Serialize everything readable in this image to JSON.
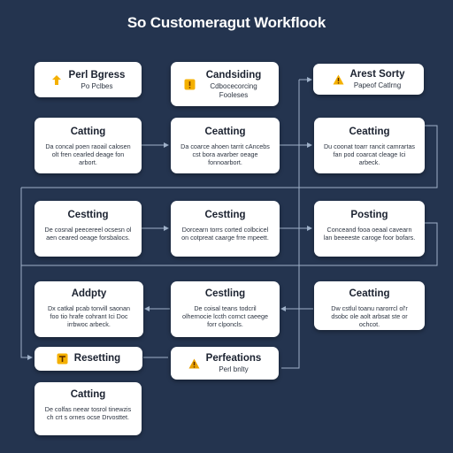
{
  "title": "So Customeragut Workflook",
  "colors": {
    "background": "#24344f",
    "card": "#ffffff",
    "connector": "#9fb1c9",
    "icon_accent": "#f4b000",
    "icon_dark": "#e07b00"
  },
  "nodes": {
    "n1": {
      "title": "Perl Bgress",
      "sub": "Po Pclbes",
      "icon": "arrow-up-icon"
    },
    "n2": {
      "title": "Candsiding",
      "sub": "Cdbocecorcing Fooleses",
      "icon": "warning-box-icon"
    },
    "n3": {
      "title": "Arest Sorty",
      "sub": "Papeof Catlrng",
      "icon": "warning-triangle-icon"
    },
    "n4": {
      "title": "Catting",
      "body": "Da concal poen raoail calosen olt fren cearled deage fon arbort."
    },
    "n5": {
      "title": "Ceatting",
      "body": "Da coarce ahoen tarrit cAncebs cst bora avarber oeage fonnoarbort."
    },
    "n6": {
      "title": "Ceatting",
      "body": "Du coonat toarr rancit camrartas fan pod coarcat cleage Ici arbeck."
    },
    "n7": {
      "title": "Cestting",
      "body": "De cosnal peecereel ocsesn ol aen ceared oeage forsbalocs."
    },
    "n8": {
      "title": "Cestting",
      "body": "Dorcearn torrs corted colbcicel on cotpreat caarge frre mpeett."
    },
    "n9": {
      "title": "Posting",
      "body": "Conceand fooa oeaal cavearn lan beeeeste caroge foor bofars."
    },
    "n10": {
      "title": "Addpty",
      "body": "Dx catkal pcab tonvill saonan foo tio hrafe cohrant Ici Doc irrbwoc arbeck."
    },
    "n11": {
      "title": "Cestling",
      "body": "De coisal teans todcril olhernocie lccth cornct caeege forr clponcls."
    },
    "n12": {
      "title": "Ceatting",
      "body": "Dw cstlul toanu narorrcl ol'r dsobc ole aolt arbsat ste or ochcot."
    },
    "n13": {
      "title": "Resetting",
      "icon": "warning-box-icon"
    },
    "n14": {
      "title": "Perfeations",
      "sub": "Perl bnlty",
      "icon": "warning-triangle-icon"
    },
    "n15": {
      "title": "Catting",
      "body": "De colfas neear tosrol tinewzis ch crt s ornes ocse Drvosttet."
    }
  }
}
